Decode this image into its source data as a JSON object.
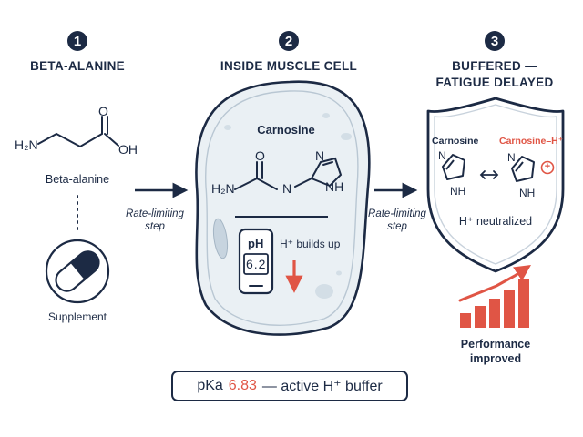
{
  "steps": [
    {
      "number": "1",
      "title": "BETA-ALANINE"
    },
    {
      "number": "2",
      "title": "INSIDE MUSCLE CELL"
    },
    {
      "number": "3",
      "title_line1": "BUFFERED —",
      "title_line2": "FATIGUE DELAYED"
    }
  ],
  "panel1": {
    "atom_o": "O",
    "atom_oh": "OH",
    "atom_h2n": "H₂N",
    "compound_label": "Beta-alanine",
    "supplement_label": "Supplement"
  },
  "arrows": {
    "left_line1": "Rate-limiting",
    "left_line2": "step",
    "right_line1": "Rate-limiting",
    "right_line2": "step"
  },
  "panel2": {
    "compound_label": "Carnosine",
    "atom_o": "O",
    "atom_h2n": "H₂N",
    "atom_nh": "N",
    "atom_n": "N",
    "atom_ring_nh": "NH",
    "meter_label": "pH",
    "meter_value": "6.2",
    "acid_text": "H⁺ builds up"
  },
  "panel3": {
    "carnosine_label": "Carnosine",
    "carnosine_h_label": "Carnosine–H⁺",
    "ring_n": "N",
    "ring_nh": "NH",
    "charge": "+",
    "neutralized_text": "H⁺ neutralized",
    "performance_line1": "Performance",
    "performance_line2": "improved"
  },
  "footer": {
    "pka_prefix": "pKa",
    "pka_value": "6.83",
    "pka_suffix": "— active H⁺ buffer"
  },
  "colors": {
    "navy": "#1c2a44",
    "accent_red": "#e05545",
    "cell_fill": "#eaf0f4"
  }
}
